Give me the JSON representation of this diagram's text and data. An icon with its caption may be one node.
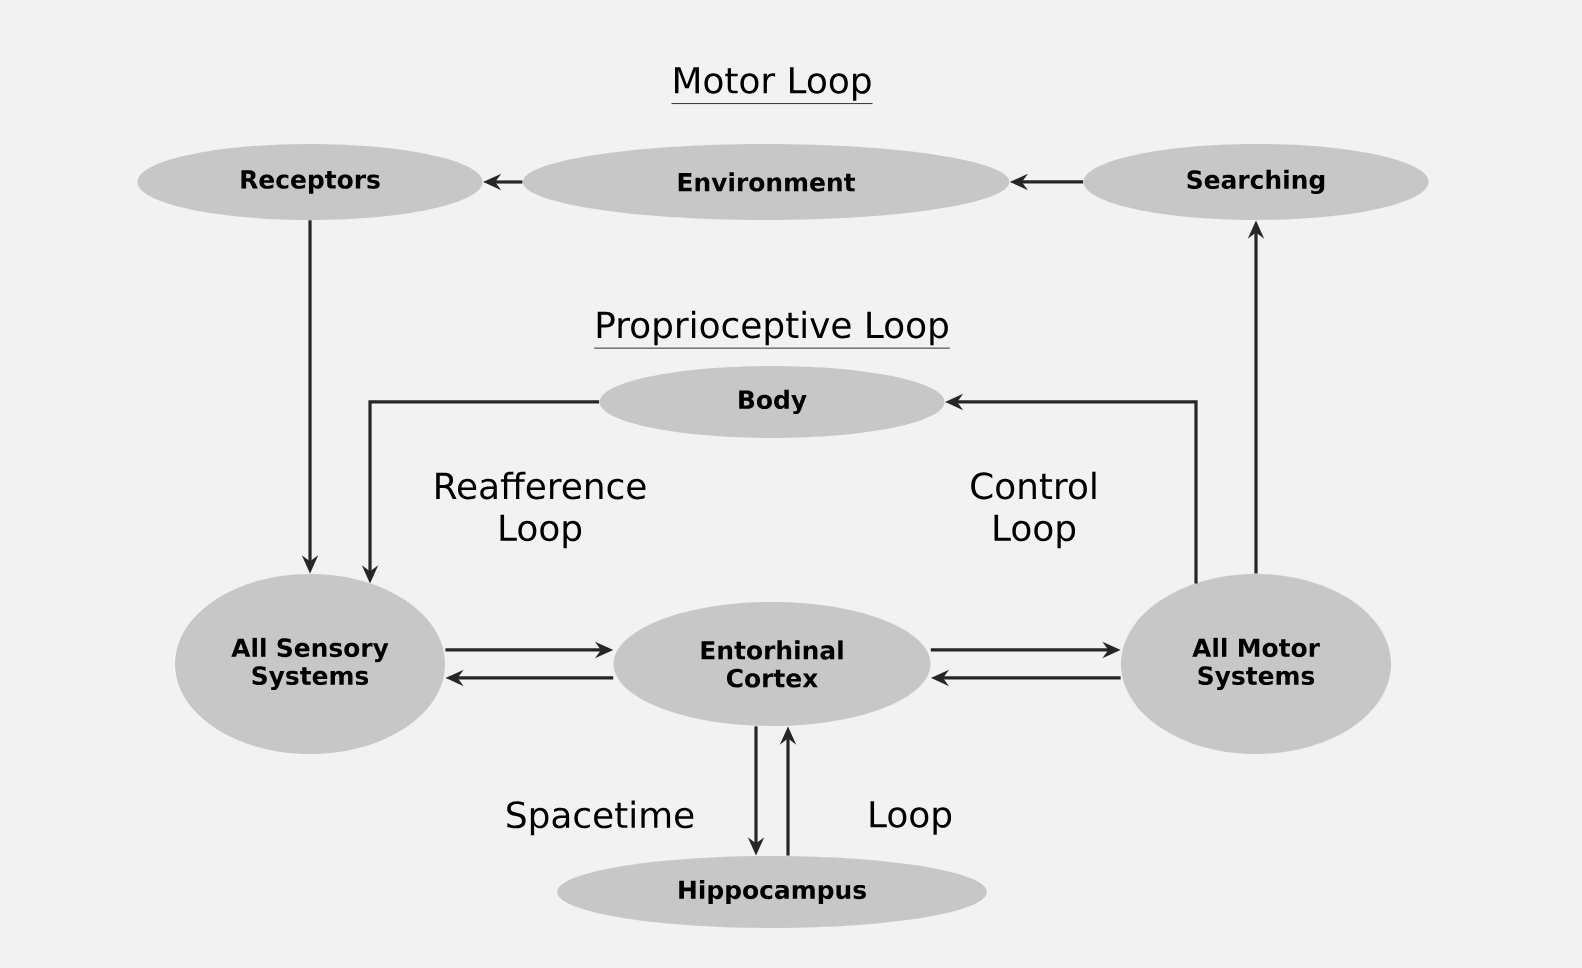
{
  "diagram": {
    "nodes": [
      {
        "text": [
          "Receptors"
        ]
      },
      {
        "text": [
          "Environment"
        ]
      },
      {
        "text": [
          "Searching"
        ]
      },
      {
        "text": [
          "Body"
        ]
      },
      {
        "text": [
          "All Sensory Systems"
        ]
      },
      {
        "text": [
          "Entorhinal Cortex"
        ]
      },
      {
        "text": [
          "All Motor Systems"
        ]
      },
      {
        "text": [
          "Hippocampus"
        ]
      }
    ],
    "edges": [
      {
        "from": 2,
        "to": 1,
        "arrow": "to"
      },
      {
        "from": 1,
        "to": 0,
        "arrow": "to"
      },
      {
        "from": 0,
        "to": 4,
        "arrow": "to"
      },
      {
        "from": 3,
        "to": 4,
        "arrow": "to"
      },
      {
        "from": 6,
        "to": 3,
        "arrow": "to"
      },
      {
        "from": 6,
        "to": 2,
        "arrow": "to"
      },
      {
        "from": 4,
        "to": 5,
        "arrow": "to"
      },
      {
        "from": 5,
        "to": 4,
        "arrow": "to"
      },
      {
        "from": 5,
        "to": 6,
        "arrow": "to"
      },
      {
        "from": 6,
        "to": 5,
        "arrow": "to"
      },
      {
        "from": 5,
        "to": 7,
        "arrow": "to"
      },
      {
        "from": 7,
        "to": 5,
        "arrow": "to"
      }
    ],
    "labels": [
      "Motor Loop",
      "Proprioceptive Loop",
      "Reafference Loop",
      "Control Loop",
      "Spacetime",
      "Loop"
    ]
  }
}
